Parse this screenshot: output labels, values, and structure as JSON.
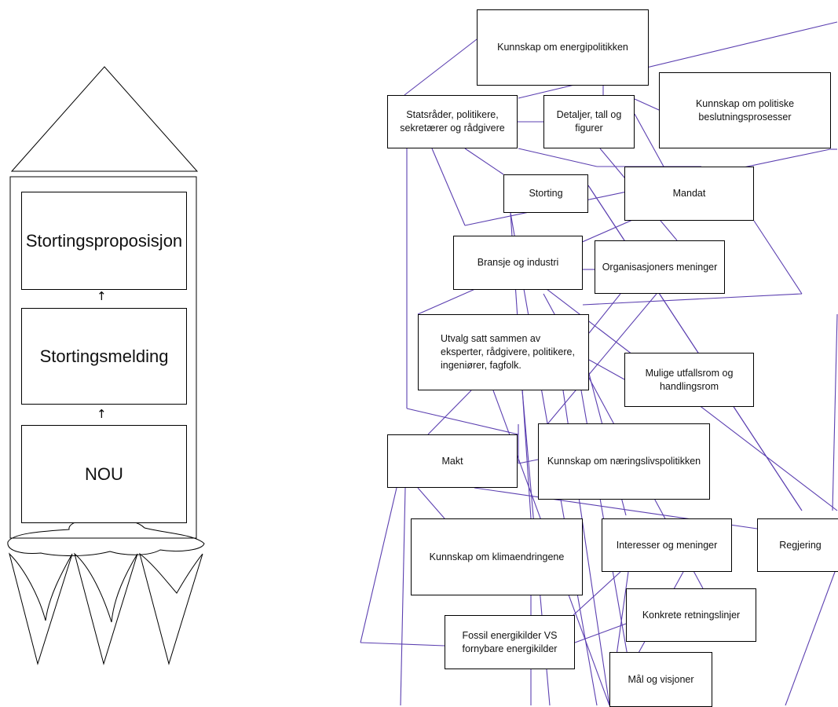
{
  "rocket": {
    "stages": [
      "Stortingsproposisjon",
      "Stortingsmelding",
      "NOU"
    ],
    "arrow_glyph": "↑",
    "line_color": "#000000"
  },
  "network": {
    "line_color": "#5b3fb0",
    "nodes": {
      "kunnskap_energi": "Kunnskap om energipolitikken",
      "statsrader": "Statsråder, politikere,\nsekretærer og rådgivere",
      "detaljer": "Detaljer, tall og\nfigurer",
      "kunnskap_beslutning": "Kunnskap om politiske\nbeslutningsprosesser",
      "storting": "Storting",
      "mandat": "Mandat",
      "bransje": "Bransje og industri",
      "organisasjoner": "Organisasjoners meninger",
      "utvalg": "Utvalg satt sammen av\neksperter, rådgivere, politikere,\ningeniører, fagfolk.",
      "mulige": "Mulige utfallsrom og\nhandlingsrom",
      "makt": "Makt",
      "kunnskap_naering": "Kunnskap om næringslivspolitikken",
      "kunnskap_klima": "Kunnskap om klimaendringene",
      "interesser": "Interesser og meninger",
      "regjering": "Regjering",
      "konkrete": "Konkrete retningslinjer",
      "fossil": "Fossil energikilder VS\nfornybare energikilder",
      "mal": "Mål og visjoner"
    }
  }
}
